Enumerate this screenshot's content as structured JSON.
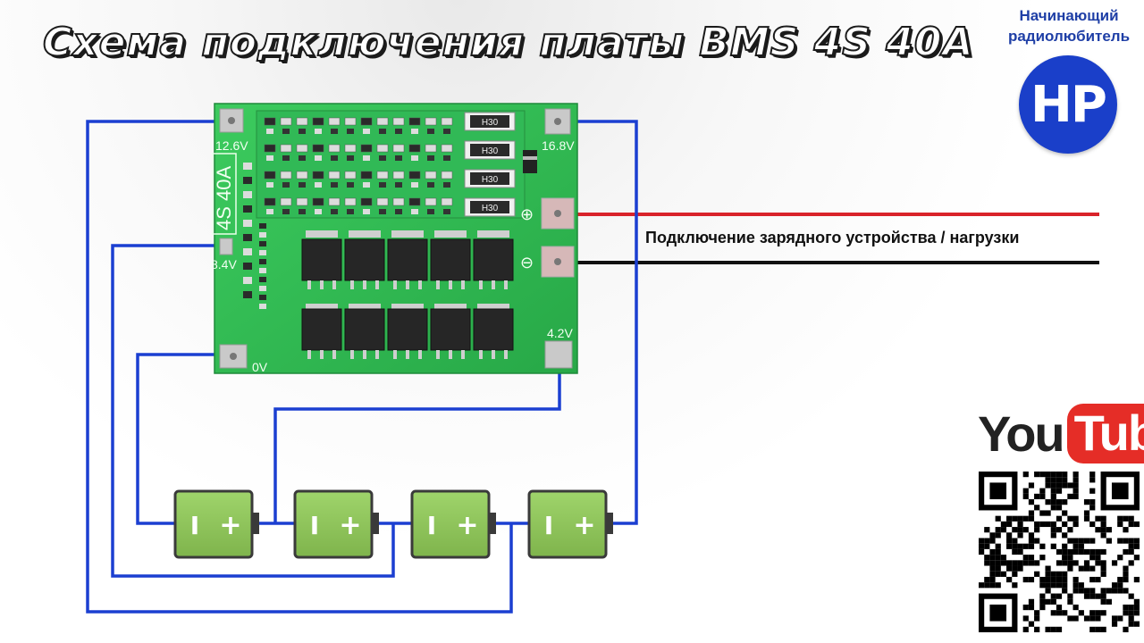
{
  "title": "Схема подключения платы BMS 4S 40A",
  "channel": {
    "name": "Начинающий радиолюбитель",
    "logo_text": "НР"
  },
  "board": {
    "side_marking": "4S 40A",
    "resistor_code": "H30",
    "pads": {
      "b4": "16.8V",
      "b3": "12.6V",
      "b2": "8.4V",
      "b1": "4.2V",
      "neg": "0V"
    },
    "plus_symbol": "⊕",
    "minus_symbol": "⊖"
  },
  "load_label": "Подключение зарядного устройства / нагрузки",
  "battery_symbols": {
    "minus": "I",
    "plus": "+"
  },
  "youtube": {
    "you": "You",
    "tube": "Tube"
  },
  "colors": {
    "wire": "#1b3fd1",
    "pcb": "#2fbb53",
    "battery": "#8fc45b",
    "positive_wire": "#d9232a",
    "negative_wire": "#111111"
  }
}
